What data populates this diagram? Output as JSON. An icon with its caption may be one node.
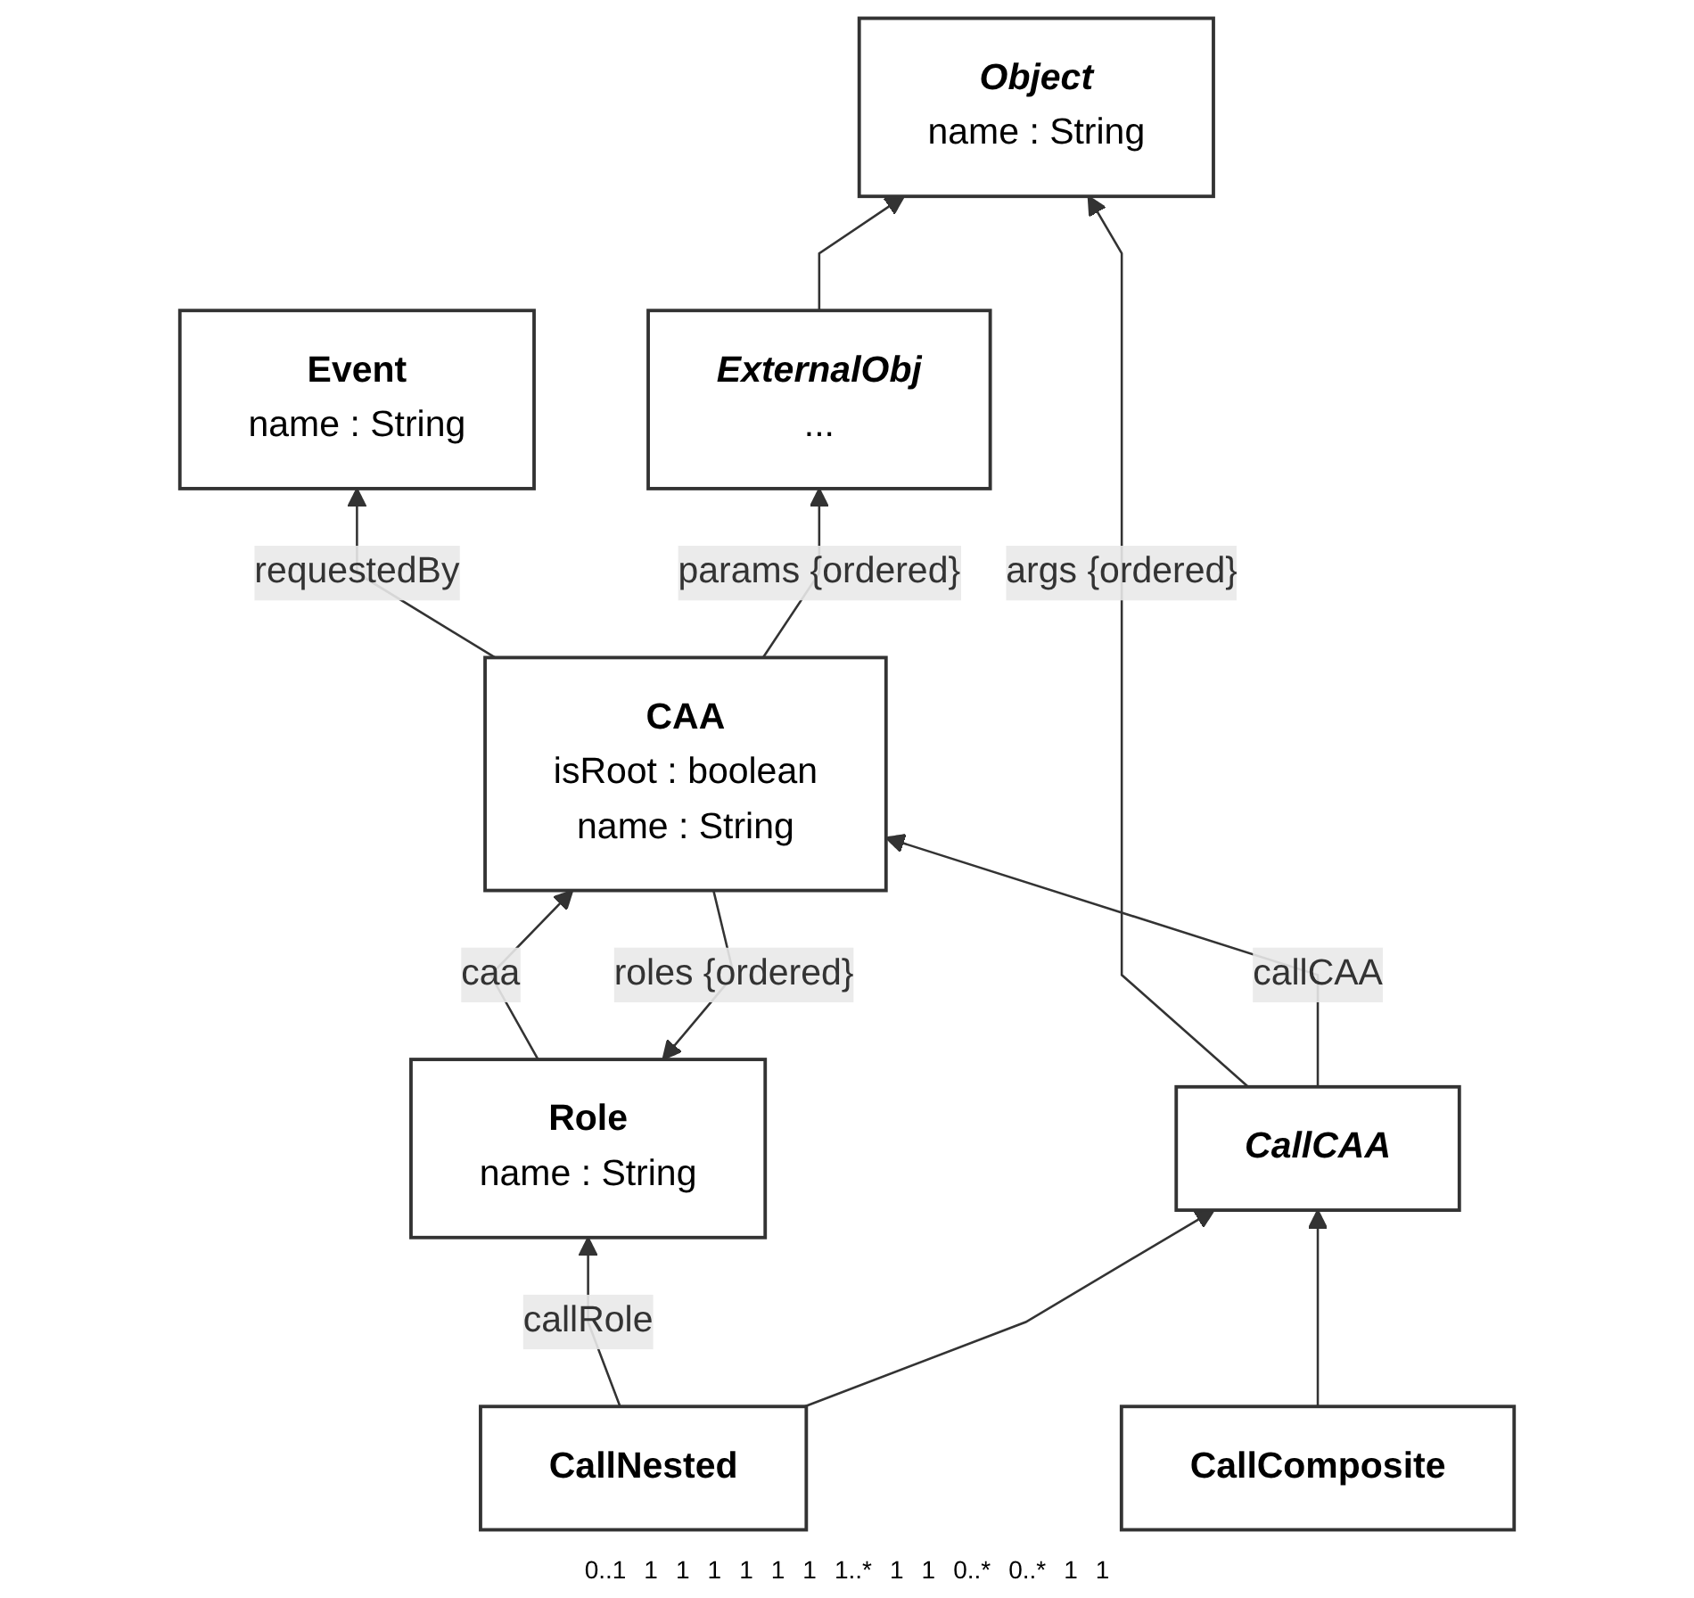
{
  "diagram": {
    "nodes": [
      {
        "text": [
          "Event",
          "name : String"
        ]
      },
      {
        "text": [
          "CAA",
          "isRoot : boolean",
          "name : String"
        ]
      },
      {
        "text": [
          "Role",
          "name : String"
        ]
      },
      {
        "text": [
          "ExternalObj",
          "..."
        ]
      },
      {
        "text": [
          "Object",
          "name : String"
        ]
      },
      {
        "text": [
          "CallNested"
        ]
      },
      {
        "text": [
          "CallComposite"
        ]
      },
      {
        "text": [
          "CallCAA"
        ]
      }
    ],
    "edges": [
      {
        "from": 1,
        "to": 0,
        "arrow": "to",
        "label": "requestedBy"
      },
      {
        "from": 2,
        "to": 1,
        "arrow": "to",
        "label": "caa"
      },
      {
        "from": 1,
        "to": 2,
        "arrow": "to",
        "label": "roles {ordered}"
      },
      {
        "from": 1,
        "to": 3,
        "arrow": "to",
        "label": "params {ordered}"
      },
      {
        "from": 3,
        "to": 4,
        "arrow": "to"
      },
      {
        "from": 5,
        "to": 2,
        "arrow": "to",
        "label": "callRole"
      },
      {
        "from": 7,
        "to": 4,
        "arrow": "to",
        "label": "args {ordered}"
      },
      {
        "from": 6,
        "to": 7,
        "arrow": "to"
      },
      {
        "from": 5,
        "to": 7,
        "arrow": "to"
      },
      {
        "from": 7,
        "to": 1,
        "arrow": "to",
        "label": "callCAA"
      }
    ],
    "labels": [
      "0..1",
      "1",
      "1",
      "1",
      "1",
      "1",
      "1",
      "1..*",
      "1",
      "1",
      "0..*",
      "0..*",
      "1",
      "1"
    ]
  }
}
